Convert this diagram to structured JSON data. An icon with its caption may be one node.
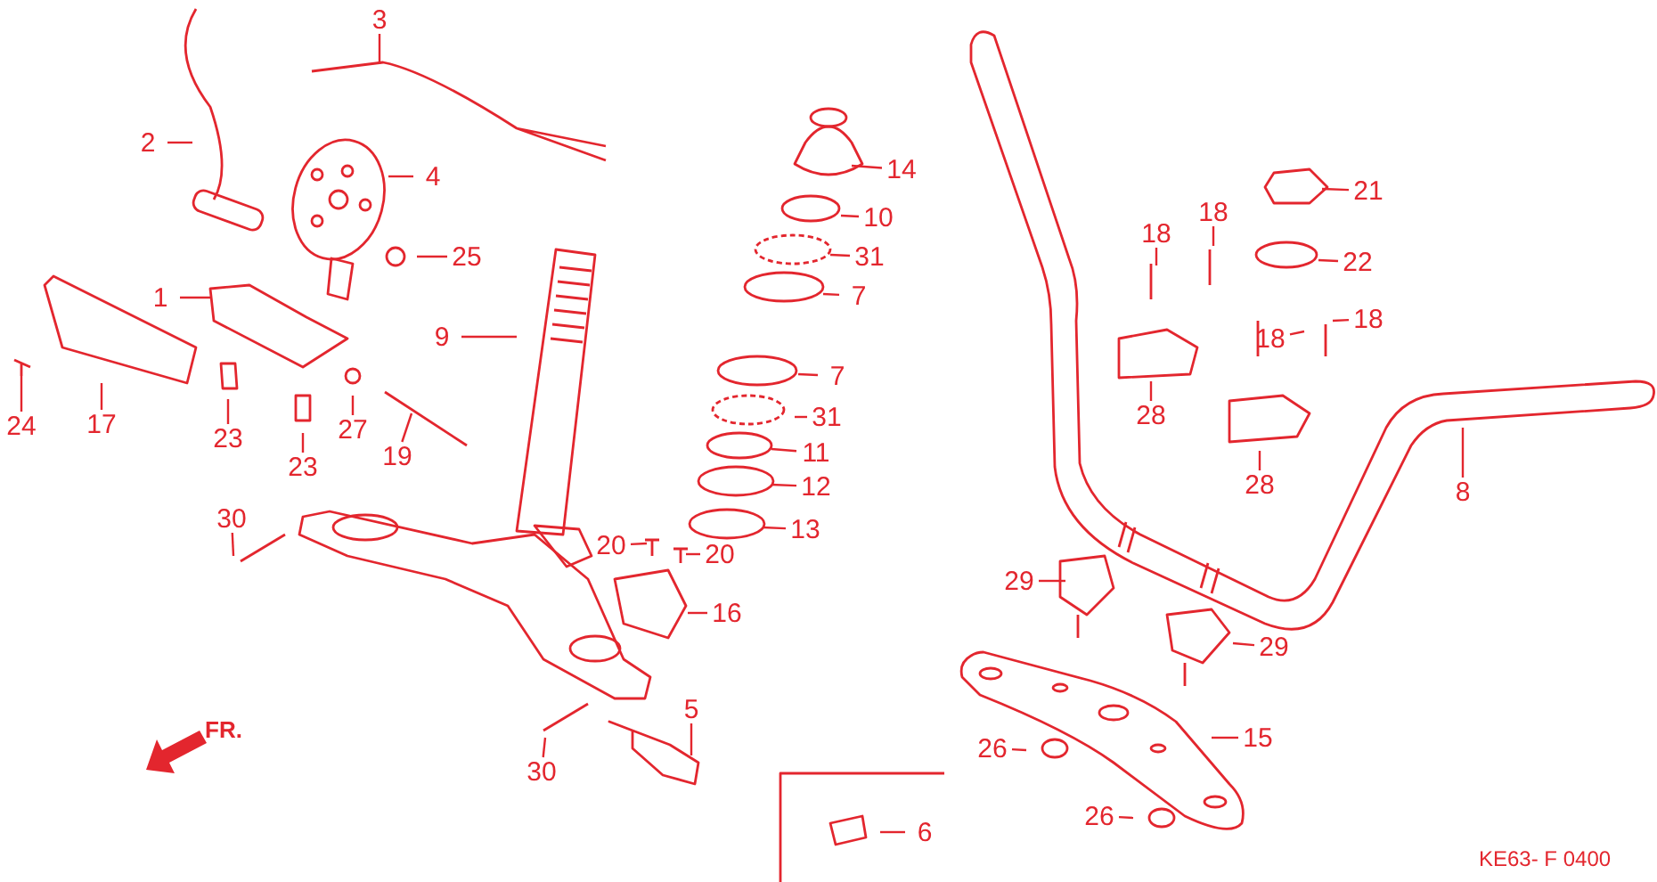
{
  "diagram": {
    "nodes": [
      {
        "text": [
          "3"
        ]
      },
      {
        "text": [
          "2"
        ]
      },
      {
        "text": [
          "14"
        ]
      },
      {
        "text": [
          "4"
        ]
      },
      {
        "text": [
          "21"
        ]
      },
      {
        "text": [
          "18"
        ]
      },
      {
        "text": [
          "10"
        ]
      },
      {
        "text": [
          "18"
        ]
      },
      {
        "text": [
          "25"
        ]
      },
      {
        "text": [
          "31"
        ]
      },
      {
        "text": [
          "22"
        ]
      },
      {
        "text": [
          "1"
        ]
      },
      {
        "text": [
          "7"
        ]
      },
      {
        "text": [
          "18"
        ]
      },
      {
        "text": [
          "9"
        ]
      },
      {
        "text": [
          "18"
        ]
      },
      {
        "text": [
          "7"
        ]
      },
      {
        "text": [
          "28"
        ]
      },
      {
        "text": [
          "31"
        ]
      },
      {
        "text": [
          "24"
        ]
      },
      {
        "text": [
          "17"
        ]
      },
      {
        "text": [
          "27"
        ]
      },
      {
        "text": [
          "23"
        ]
      },
      {
        "text": [
          "11"
        ]
      },
      {
        "text": [
          "19"
        ]
      },
      {
        "text": [
          "23"
        ]
      },
      {
        "text": [
          "28"
        ]
      },
      {
        "text": [
          "12"
        ]
      },
      {
        "text": [
          "8"
        ]
      },
      {
        "text": [
          "30"
        ]
      },
      {
        "text": [
          "13"
        ]
      },
      {
        "text": [
          "20"
        ]
      },
      {
        "text": [
          "20"
        ]
      },
      {
        "text": [
          "29"
        ]
      },
      {
        "text": [
          "16"
        ]
      },
      {
        "text": [
          "29"
        ]
      },
      {
        "text": [
          "5"
        ]
      },
      {
        "text": [
          "15"
        ]
      },
      {
        "text": [
          "26"
        ]
      },
      {
        "text": [
          "30"
        ]
      },
      {
        "text": [
          "26"
        ]
      },
      {
        "text": [
          "6"
        ]
      }
    ],
    "edges": [
      {
        "from": 0,
        "to": null,
        "arrow": "none"
      },
      {
        "from": 1,
        "to": null,
        "arrow": "none"
      },
      {
        "from": 2,
        "to": null,
        "arrow": "none"
      },
      {
        "from": 3,
        "to": null,
        "arrow": "none"
      },
      {
        "from": 4,
        "to": null,
        "arrow": "none"
      },
      {
        "from": 5,
        "to": null,
        "arrow": "none"
      },
      {
        "from": 6,
        "to": null,
        "arrow": "none"
      },
      {
        "from": 7,
        "to": null,
        "arrow": "none"
      },
      {
        "from": 8,
        "to": null,
        "arrow": "none"
      },
      {
        "from": 9,
        "to": null,
        "arrow": "none"
      },
      {
        "from": 10,
        "to": null,
        "arrow": "none"
      },
      {
        "from": 11,
        "to": null,
        "arrow": "none"
      },
      {
        "from": 12,
        "to": null,
        "arrow": "none"
      },
      {
        "from": 13,
        "to": null,
        "arrow": "none"
      },
      {
        "from": 14,
        "to": null,
        "arrow": "none"
      },
      {
        "from": 15,
        "to": null,
        "arrow": "none"
      },
      {
        "from": 16,
        "to": null,
        "arrow": "none"
      },
      {
        "from": 17,
        "to": null,
        "arrow": "none"
      },
      {
        "from": 18,
        "to": null,
        "arrow": "none"
      },
      {
        "from": 19,
        "to": null,
        "arrow": "none"
      },
      {
        "from": 20,
        "to": null,
        "arrow": "none"
      },
      {
        "from": 21,
        "to": null,
        "arrow": "none"
      },
      {
        "from": 22,
        "to": null,
        "arrow": "none"
      },
      {
        "from": 23,
        "to": null,
        "arrow": "none"
      },
      {
        "from": 24,
        "to": null,
        "arrow": "none"
      },
      {
        "from": 25,
        "to": null,
        "arrow": "none"
      },
      {
        "from": 26,
        "to": null,
        "arrow": "none"
      },
      {
        "from": 27,
        "to": null,
        "arrow": "none"
      },
      {
        "from": 28,
        "to": null,
        "arrow": "none"
      },
      {
        "from": 29,
        "to": null,
        "arrow": "none"
      },
      {
        "from": 30,
        "to": null,
        "arrow": "none"
      },
      {
        "from": 31,
        "to": null,
        "arrow": "none"
      },
      {
        "from": 32,
        "to": null,
        "arrow": "none"
      },
      {
        "from": 33,
        "to": null,
        "arrow": "none"
      },
      {
        "from": 34,
        "to": null,
        "arrow": "none"
      },
      {
        "from": 35,
        "to": null,
        "arrow": "none"
      },
      {
        "from": 36,
        "to": null,
        "arrow": "none"
      },
      {
        "from": 37,
        "to": null,
        "arrow": "none"
      },
      {
        "from": 38,
        "to": null,
        "arrow": "none"
      },
      {
        "from": 39,
        "to": null,
        "arrow": "none"
      },
      {
        "from": 40,
        "to": null,
        "arrow": "none"
      },
      {
        "from": 41,
        "to": null,
        "arrow": "none"
      }
    ],
    "labels": [
      "FR.",
      "KE63- F 0400"
    ]
  }
}
